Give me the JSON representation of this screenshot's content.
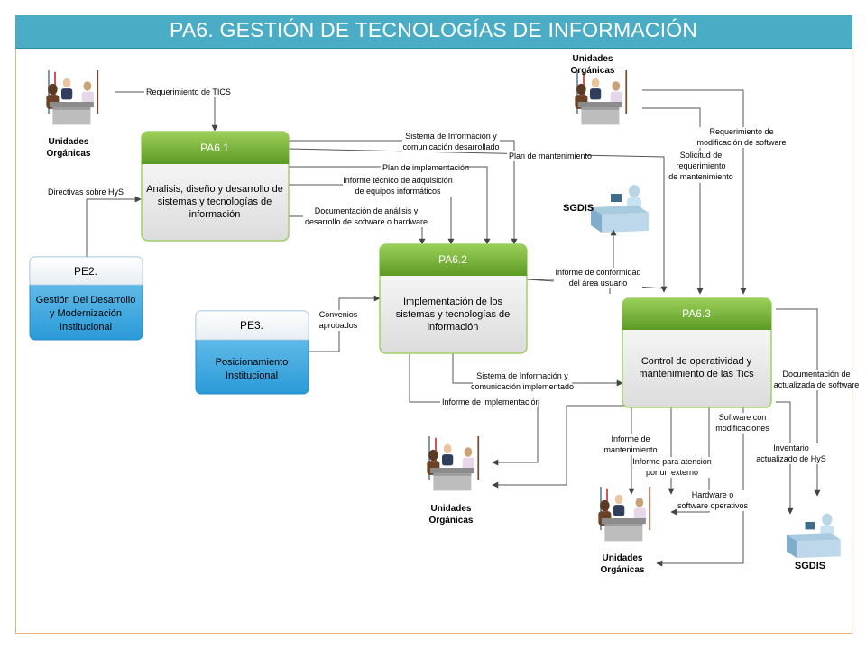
{
  "title": "PA6. GESTIÓN DE TECNOLOGÍAS DE INFORMACIÓN",
  "processes": {
    "pa61": {
      "code": "PA6.1",
      "lines": [
        "Analisis, diseño  y desarrollo de",
        "sistemas y tecnologías de",
        "información"
      ]
    },
    "pa62": {
      "code": "PA6.2",
      "lines": [
        "Implementación de los",
        "sistemas y tecnologías de",
        "información"
      ]
    },
    "pa63": {
      "code": "PA6.3",
      "lines": [
        "Control de operatividad y",
        "mantenimiento de las Tics"
      ]
    },
    "pe2": {
      "code": "PE2.",
      "lines": [
        "Gestión Del Desarrollo",
        "y Modernización",
        "Institucional"
      ]
    },
    "pe3": {
      "code": "PE3.",
      "lines": [
        "Posicionamiento",
        "Institucional"
      ]
    }
  },
  "actors": {
    "unit_top_left": [
      "Unidades",
      "Orgánicas"
    ],
    "unit_top_right": [
      "Unidades",
      "Orgánicas"
    ],
    "unit_bottom_mid": [
      "Unidades",
      "Orgánicas"
    ],
    "unit_bottom_right": [
      "Unidades",
      "Orgánicas"
    ],
    "sgdis_mid": "SGDIS",
    "sgdis_bottom": "SGDIS"
  },
  "flows": {
    "req_tics": "Requerimiento de TICS",
    "directivas": "Directivas sobre HyS",
    "sist_info_desarrollado": [
      "Sistema de Información y",
      "comunicación desarrollado"
    ],
    "plan_mantenimiento": "Plan de mantenimiento",
    "plan_implementacion": "Plan de implementación",
    "informe_tecnico": [
      "Informe técnico de adquisición",
      "de equipos informáticos"
    ],
    "documentacion_analisis": [
      "Documentación de análisis y",
      "desarrollo  de software o hardware"
    ],
    "req_modificacion": [
      "Requerimiento de",
      "modificación de software"
    ],
    "solicitud_req": [
      "Solicitud de",
      "requerimiento",
      "de mantenimiento"
    ],
    "informe_conformidad": [
      "Informe de conformidad",
      "del área usuario"
    ],
    "convenios": [
      "Convenios",
      "aprobados"
    ],
    "sist_info_implementado": [
      "Sistema de Información y",
      "comunicación implementado"
    ],
    "informe_implementacion": "Informe de implementación",
    "doc_actualizada": [
      "Documentación de",
      "actualizada de software"
    ],
    "software_modificaciones": [
      "Software con",
      "modificaciones"
    ],
    "informe_mantenimiento": [
      "Informe de",
      "mantenimiento"
    ],
    "informe_atencion": [
      "Informe para atención",
      "por un externo"
    ],
    "inventario": [
      "Inventario",
      "actualizado de  HyS"
    ],
    "hardware_software": [
      "Hardware o",
      "software operativos"
    ]
  },
  "colors": {
    "title_bg": "#4bacc6",
    "process_head": "#77b337",
    "pe_body": "#3aa6de",
    "border": "#f0b27a"
  }
}
